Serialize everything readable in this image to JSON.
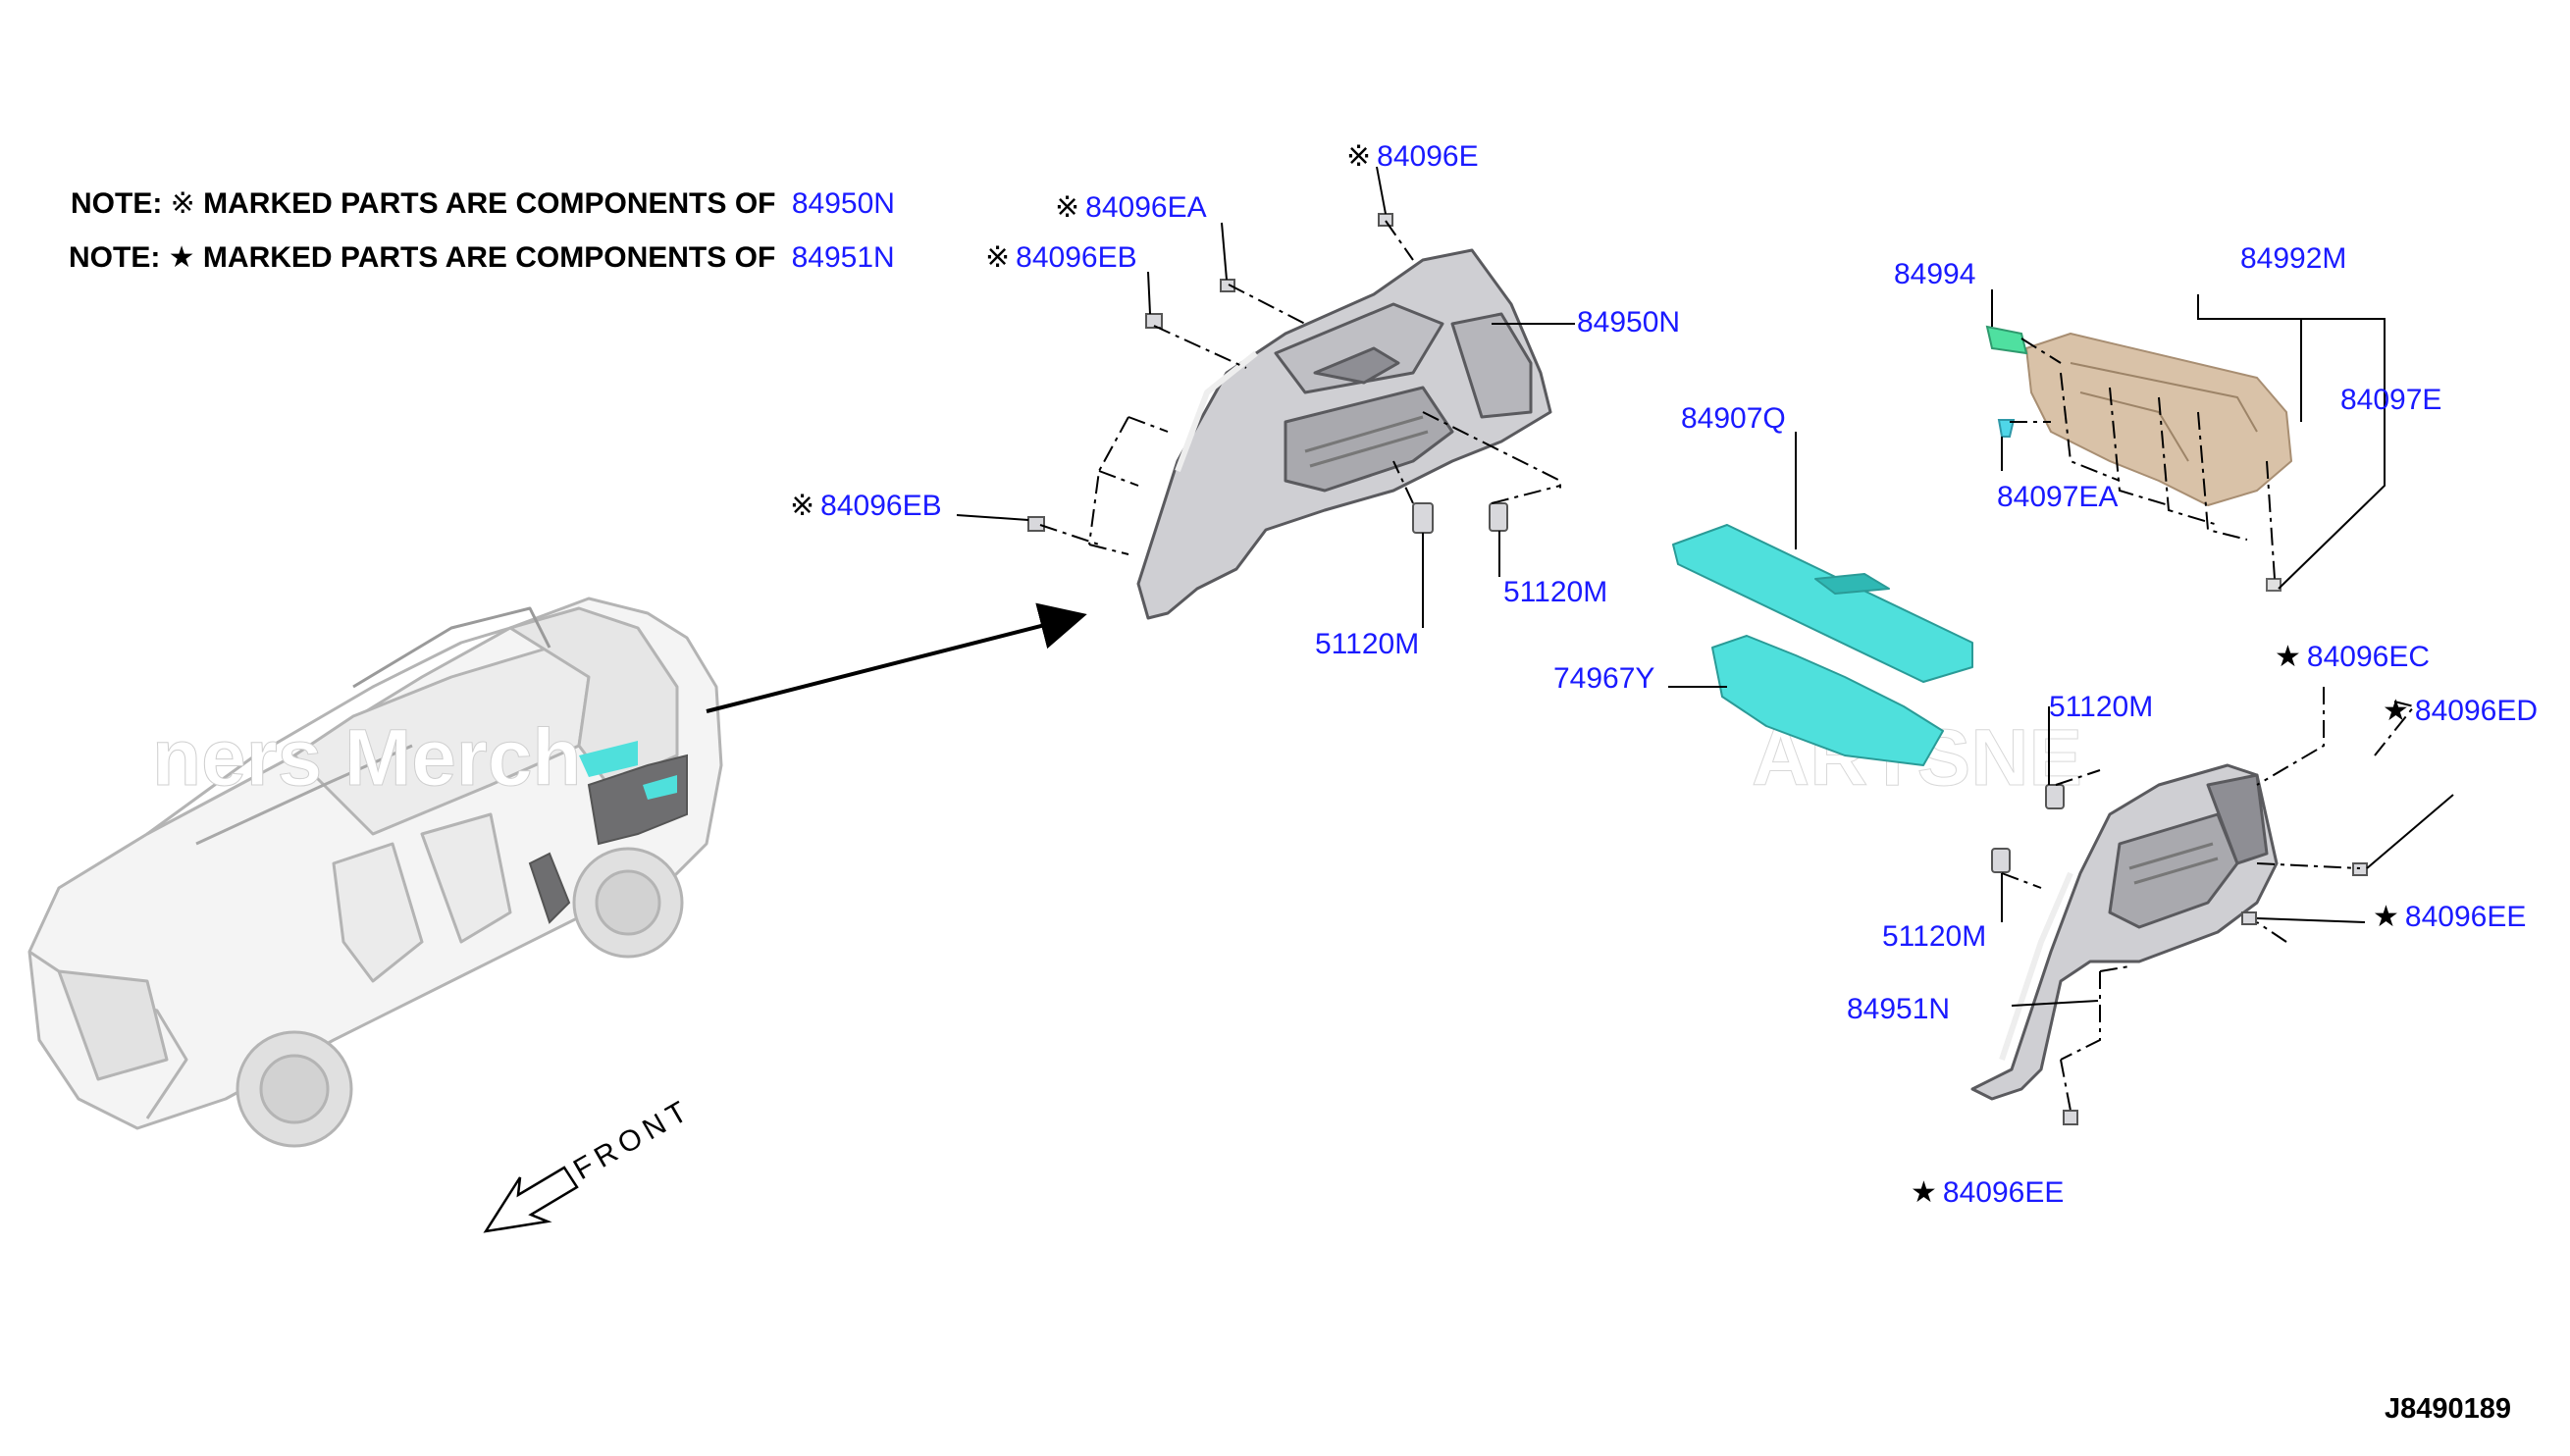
{
  "notes": {
    "line1": {
      "prefix": "NOTE:",
      "symbol": "※",
      "text": "MARKED PARTS ARE COMPONENTS OF",
      "ref": "84950N"
    },
    "line2": {
      "prefix": "NOTE:",
      "symbol": "★",
      "text": "MARKED PARTS ARE COMPONENTS OF",
      "ref": "84951N"
    }
  },
  "callouts": {
    "p84096E": {
      "marker": "※",
      "code": "84096E"
    },
    "p84096EA": {
      "marker": "※",
      "code": "84096EA"
    },
    "p84096EB_top": {
      "marker": "※",
      "code": "84096EB"
    },
    "p84950N": {
      "marker": "",
      "code": "84950N"
    },
    "p84096EB_left": {
      "marker": "※",
      "code": "84096EB"
    },
    "p51120M_a": {
      "marker": "",
      "code": "51120M"
    },
    "p51120M_b": {
      "marker": "",
      "code": "51120M"
    },
    "p84907Q": {
      "marker": "",
      "code": "84907Q"
    },
    "p74967Y": {
      "marker": "",
      "code": "74967Y"
    },
    "p84994": {
      "marker": "",
      "code": "84994"
    },
    "p84992M": {
      "marker": "",
      "code": "84992M"
    },
    "p84097E": {
      "marker": "",
      "code": "84097E"
    },
    "p84097EA": {
      "marker": "",
      "code": "84097EA"
    },
    "p84096EC": {
      "marker": "★",
      "code": "84096EC"
    },
    "p84096ED": {
      "marker": "★",
      "code": "84096ED"
    },
    "p51120M_c": {
      "marker": "",
      "code": "51120M"
    },
    "p51120M_d": {
      "marker": "",
      "code": "51120M"
    },
    "p84096EE_a": {
      "marker": "★",
      "code": "84096EE"
    },
    "p84951N": {
      "marker": "",
      "code": "84951N"
    },
    "p84096EE_b": {
      "marker": "★",
      "code": "84096EE"
    }
  },
  "front_label": "FRONT",
  "diagram_code": "J8490189",
  "watermark": {
    "left": "ners Merch",
    "right": "ARTSNE"
  },
  "colors": {
    "callout_text": "#1a1aff",
    "highlight_part": "#4fe0dc",
    "shelf_part": "#d9c2a8",
    "trim_part": "#c8c8cc"
  }
}
